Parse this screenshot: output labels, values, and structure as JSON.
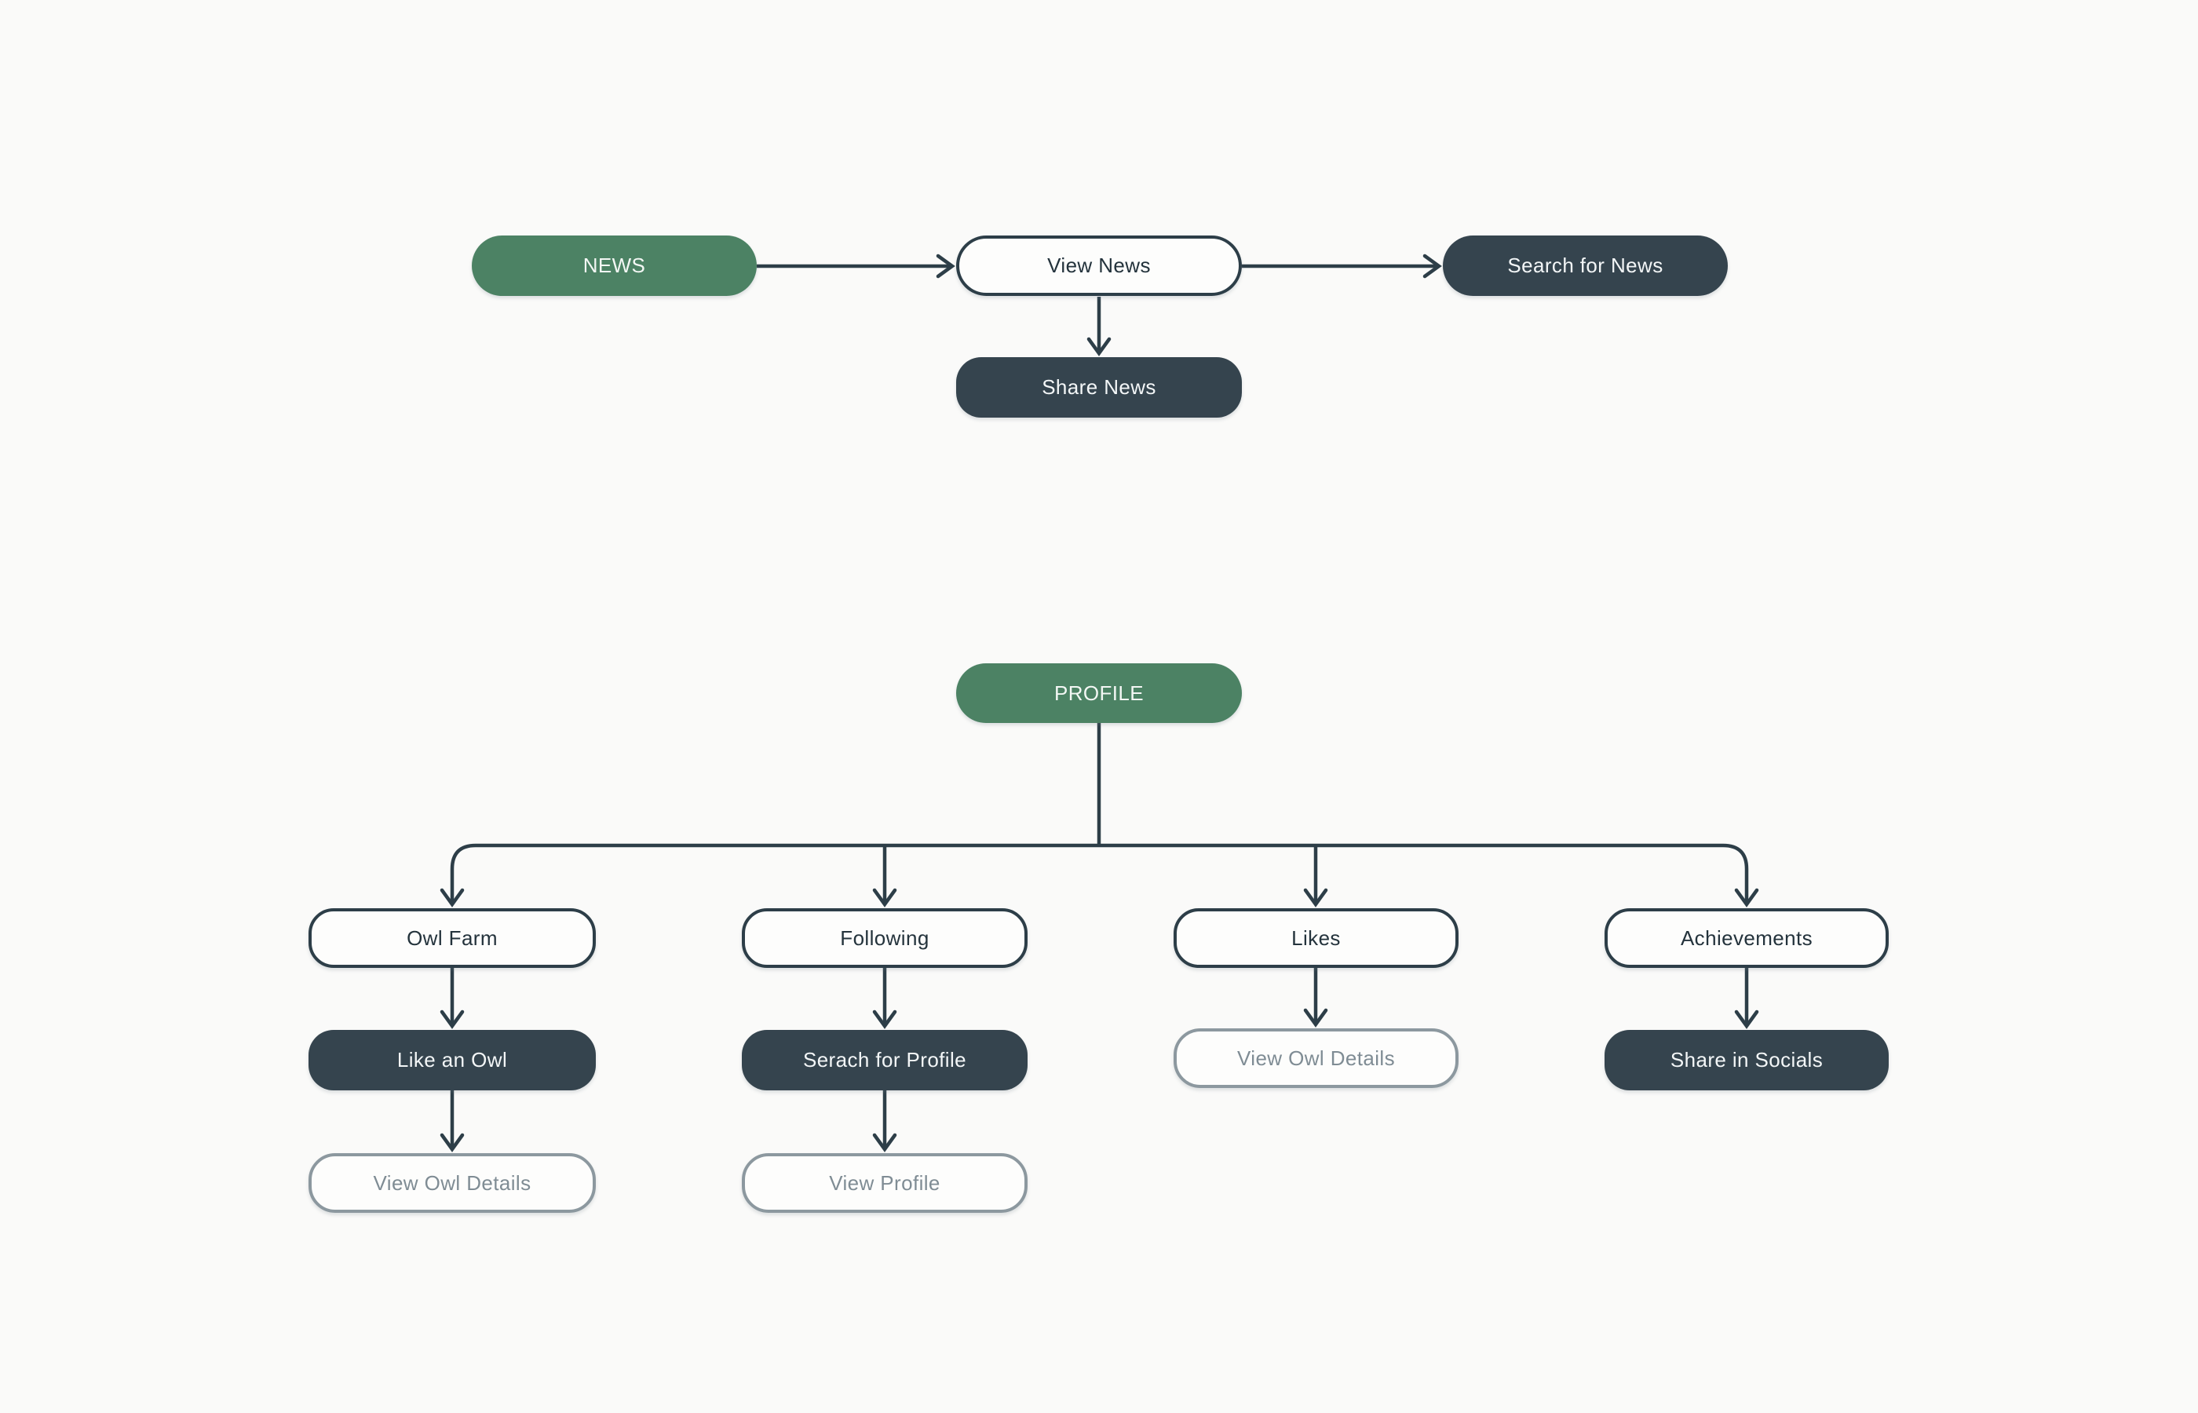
{
  "colors": {
    "background": "#fafaf9",
    "accent_green": "#4c8264",
    "dark_slate": "#35444e",
    "outline_border": "#2d3e48",
    "muted_border": "#8c989f",
    "muted_text": "#7f8c94",
    "connector": "#2d3e48"
  },
  "diagram": {
    "nodes": [
      {
        "id": "news",
        "label": "NEWS",
        "variant": "green"
      },
      {
        "id": "view-news",
        "label": "View News",
        "variant": "outline-dark"
      },
      {
        "id": "search-for-news",
        "label": "Search for News",
        "variant": "dark"
      },
      {
        "id": "share-news",
        "label": "Share News",
        "variant": "dark"
      },
      {
        "id": "profile",
        "label": "PROFILE",
        "variant": "green"
      },
      {
        "id": "owl-farm",
        "label": "Owl Farm",
        "variant": "outline-dark"
      },
      {
        "id": "following",
        "label": "Following",
        "variant": "outline-dark"
      },
      {
        "id": "likes",
        "label": "Likes",
        "variant": "outline-dark"
      },
      {
        "id": "achievements",
        "label": "Achievements",
        "variant": "outline-dark"
      },
      {
        "id": "like-an-owl",
        "label": "Like an Owl",
        "variant": "dark"
      },
      {
        "id": "serach-for-profile",
        "label": "Serach for Profile",
        "variant": "dark"
      },
      {
        "id": "view-owl-details-likes",
        "label": "View Owl Details",
        "variant": "outline-muted"
      },
      {
        "id": "share-in-socials",
        "label": "Share in Socials",
        "variant": "dark"
      },
      {
        "id": "view-owl-details-owl-farm",
        "label": "View Owl Details",
        "variant": "outline-muted"
      },
      {
        "id": "view-profile",
        "label": "View Profile",
        "variant": "outline-muted"
      }
    ],
    "edges": [
      {
        "from": "news",
        "to": "view-news"
      },
      {
        "from": "view-news",
        "to": "search-for-news"
      },
      {
        "from": "view-news",
        "to": "share-news"
      },
      {
        "from": "profile",
        "to": "owl-farm"
      },
      {
        "from": "profile",
        "to": "following"
      },
      {
        "from": "profile",
        "to": "likes"
      },
      {
        "from": "profile",
        "to": "achievements"
      },
      {
        "from": "owl-farm",
        "to": "like-an-owl"
      },
      {
        "from": "like-an-owl",
        "to": "view-owl-details-owl-farm"
      },
      {
        "from": "following",
        "to": "serach-for-profile"
      },
      {
        "from": "serach-for-profile",
        "to": "view-profile"
      },
      {
        "from": "likes",
        "to": "view-owl-details-likes"
      },
      {
        "from": "achievements",
        "to": "share-in-socials"
      }
    ]
  }
}
